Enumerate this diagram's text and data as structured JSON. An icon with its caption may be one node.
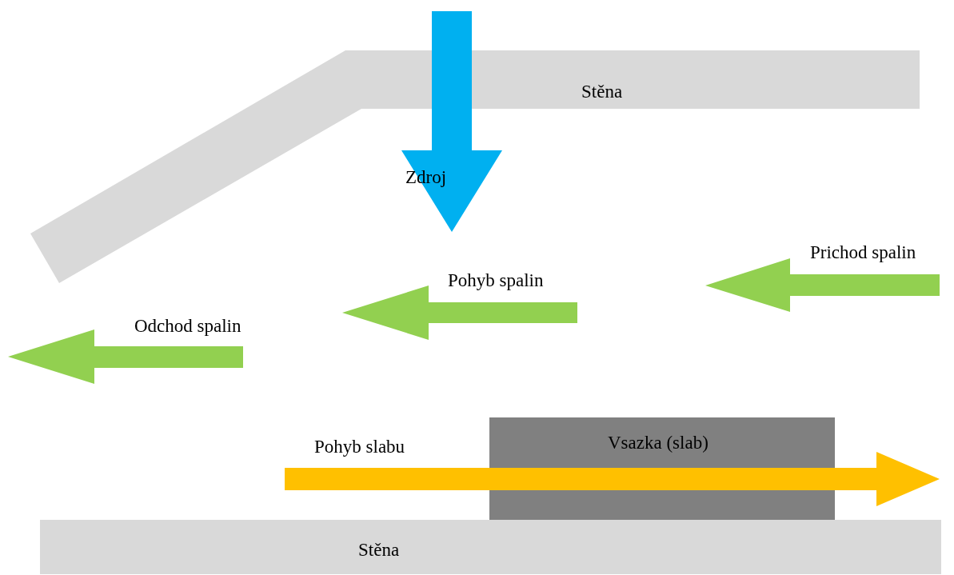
{
  "diagram": {
    "nodes": [
      {
        "text": [
          "Stěna"
        ]
      },
      {
        "text": [
          "Vsazka (slab)"
        ]
      },
      {
        "text": [
          "Stěna"
        ]
      }
    ],
    "edges": [],
    "labels": [
      "Zdroj",
      "Prichod spalin",
      "Pohyb spalin",
      "Odchod spalin",
      "Pohyb slabu"
    ]
  }
}
